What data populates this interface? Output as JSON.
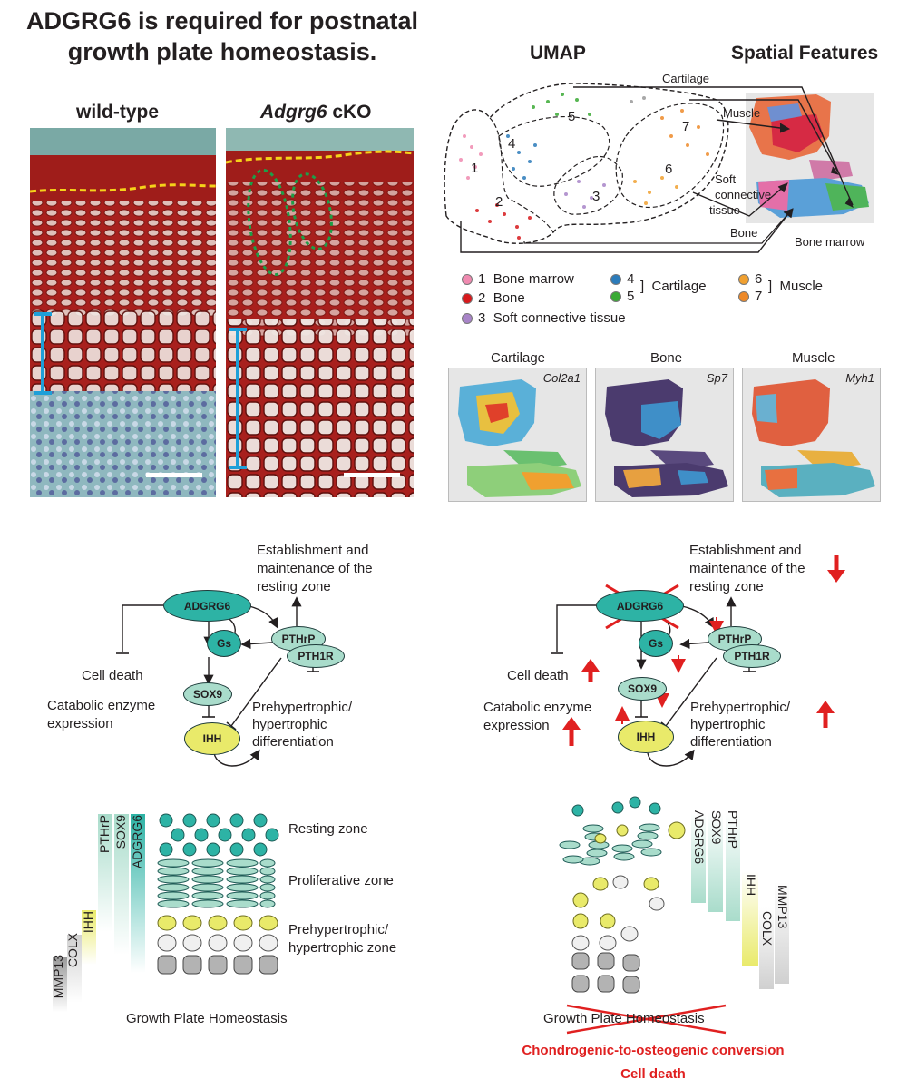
{
  "title_line1": "ADGRG6 is required for postnatal",
  "title_line2": "growth plate homeostasis.",
  "panels": {
    "wild_type": "wild-type",
    "cko_gene": "Adgrg6",
    "cko_suffix": " cKO",
    "umap": "UMAP",
    "spatial": "Spatial Features"
  },
  "umap_annotations": {
    "cartilage": "Cartilage",
    "muscle": "Muscle",
    "soft_line1": "Soft",
    "soft_line2": "connective",
    "soft_line3": "tissue",
    "bone": "Bone",
    "bone_marrow": "Bone marrow",
    "cluster_numbers": [
      "1",
      "2",
      "3",
      "4",
      "5",
      "6",
      "7"
    ]
  },
  "legend": {
    "items": [
      {
        "num": "1",
        "label": "Bone marrow",
        "color": "#f08ab0"
      },
      {
        "num": "2",
        "label": "Bone",
        "color": "#d7191c"
      },
      {
        "num": "3",
        "label": "Soft connective tissue",
        "color": "#a884c8"
      },
      {
        "num": "4",
        "label": "",
        "color": "#2b7bba"
      },
      {
        "num": "5",
        "label": "",
        "color": "#3aaa35"
      },
      {
        "num": "6",
        "label": "",
        "color": "#f0a030"
      },
      {
        "num": "7",
        "label": "",
        "color": "#ee8a2a"
      }
    ],
    "cartilage_group": "Cartilage",
    "muscle_group": "Muscle"
  },
  "feature_maps": [
    {
      "title": "Cartilage",
      "gene": "Col2a1"
    },
    {
      "title": "Bone",
      "gene": "Sp7"
    },
    {
      "title": "Muscle",
      "gene": "Myh1"
    }
  ],
  "pathway": {
    "adgrg6": "ADGRG6",
    "gs": "Gs",
    "pthrp": "PTHrP",
    "pth1r": "PTH1R",
    "sox9": "SOX9",
    "ihh": "IHH",
    "establishment_line1": "Establishment and",
    "establishment_line2": "maintenance of the",
    "establishment_line3": "resting zone",
    "cell_death": "Cell death",
    "catabolic_line1": "Catabolic enzyme",
    "catabolic_line2": "expression",
    "prehyper_line1": "Prehypertrophic/",
    "prehyper_line2": "hypertrophic",
    "prehyper_line3": "differentiation"
  },
  "growth_plate": {
    "resting": "Resting zone",
    "proliferative": "Proliferative zone",
    "prehyper_line1": "Prehypertrophic/",
    "prehyper_line2": "hypertrophic  zone",
    "homeostasis": "Growth Plate Homeostasis",
    "left_markers": [
      "MMP13",
      "COLX",
      "IHH",
      "PTHrP",
      "SOX9",
      "ADGRG6"
    ],
    "right_markers": [
      "ADGRG6",
      "SOX9",
      "PTHrP",
      "IHH",
      "COLX",
      "MMP13"
    ],
    "conversion": "Chondrogenic-to-osteogenic conversion",
    "cell_death": "Cell death"
  },
  "colors": {
    "teal": "#2db3a5",
    "light_teal": "#a9dccb",
    "yellow": "#e9ea6a",
    "red_accent": "#e02020",
    "blue_bracket": "#1e9fd8",
    "yellow_dash": "#f5d21a"
  }
}
